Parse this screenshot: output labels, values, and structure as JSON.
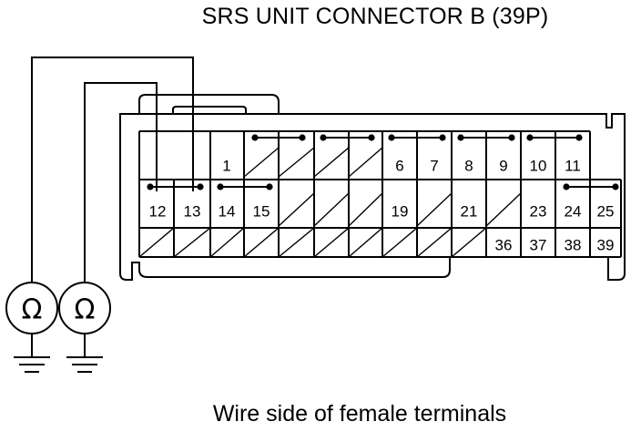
{
  "title": "SRS UNIT CONNECTOR B (39P)",
  "caption": "Wire side of female terminals",
  "meter_symbol": "Ω",
  "pins": {
    "row1": [
      {
        "id": "p1",
        "label": "1"
      },
      {
        "id": "p6",
        "label": "6"
      },
      {
        "id": "p7",
        "label": "7"
      },
      {
        "id": "p8",
        "label": "8"
      },
      {
        "id": "p9",
        "label": "9"
      },
      {
        "id": "p10",
        "label": "10"
      },
      {
        "id": "p11",
        "label": "11"
      }
    ],
    "row2": [
      {
        "id": "p12",
        "label": "12"
      },
      {
        "id": "p13",
        "label": "13"
      },
      {
        "id": "p14",
        "label": "14"
      },
      {
        "id": "p15",
        "label": "15"
      },
      {
        "id": "p19",
        "label": "19"
      },
      {
        "id": "p21",
        "label": "21"
      },
      {
        "id": "p23",
        "label": "23"
      },
      {
        "id": "p24",
        "label": "24"
      },
      {
        "id": "p25",
        "label": "25"
      }
    ],
    "row3": [
      {
        "id": "p36",
        "label": "36"
      },
      {
        "id": "p37",
        "label": "37"
      },
      {
        "id": "p38",
        "label": "38"
      },
      {
        "id": "p39",
        "label": "39"
      }
    ]
  }
}
